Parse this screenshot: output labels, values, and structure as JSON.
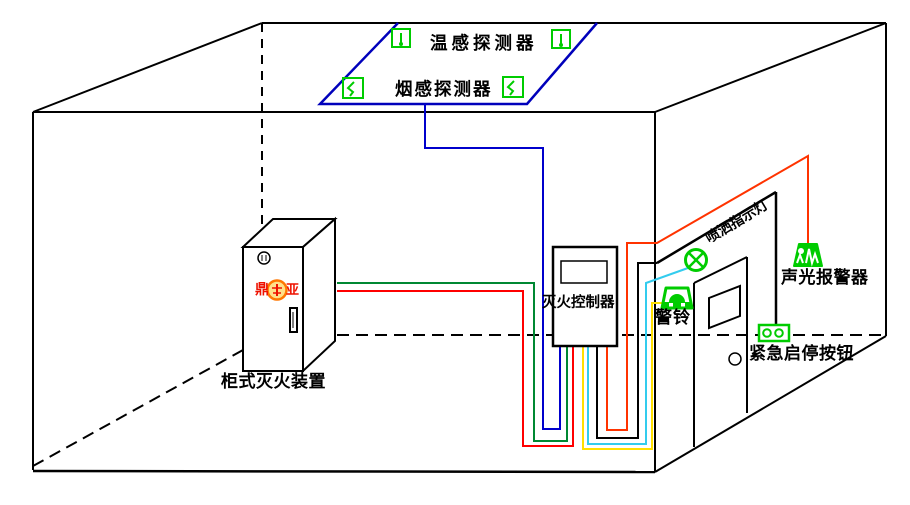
{
  "diagram": {
    "type": "fire-suppression-system-installation-schematic",
    "labels": {
      "temp_detector": "温感探测器",
      "smoke_detector": "烟感探测器",
      "cabinet": "柜式灭火装置",
      "controller": "灭火控制器",
      "spray_light": "喷洒指示灯",
      "bell": "警铃",
      "sound_light_alarm": "声光报警器",
      "emergency_button": "紧急启停按钮",
      "brand_left": "鼎",
      "brand_right": "亚"
    },
    "icons": [
      {
        "name": "temp-detector-icon",
        "shape": "green square with vertical probe and dot",
        "count": 2
      },
      {
        "name": "smoke-detector-icon",
        "shape": "green square with zigzag",
        "count": 2
      },
      {
        "name": "spray-indicator-icon",
        "shape": "green circle with X"
      },
      {
        "name": "bell-icon",
        "shape": "green bell with dome and feet"
      },
      {
        "name": "sound-light-alarm-icon",
        "shape": "green trapezoid strobe"
      },
      {
        "name": "emergency-button-icon",
        "shape": "green plate with two round buttons"
      }
    ],
    "colors": {
      "wire_blue": "#0000cc",
      "wire_green": "#008833",
      "wire_red": "#ff0000",
      "wire_orange_red": "#ff3300",
      "wire_yellow": "#ffe000",
      "wire_cyan": "#33ccee",
      "device_green": "#00cc00",
      "ceiling_zone_blue": "#0000bb",
      "brand_red": "#ee1100",
      "brand_orange": "#ff7700",
      "line_black": "#000000"
    }
  }
}
